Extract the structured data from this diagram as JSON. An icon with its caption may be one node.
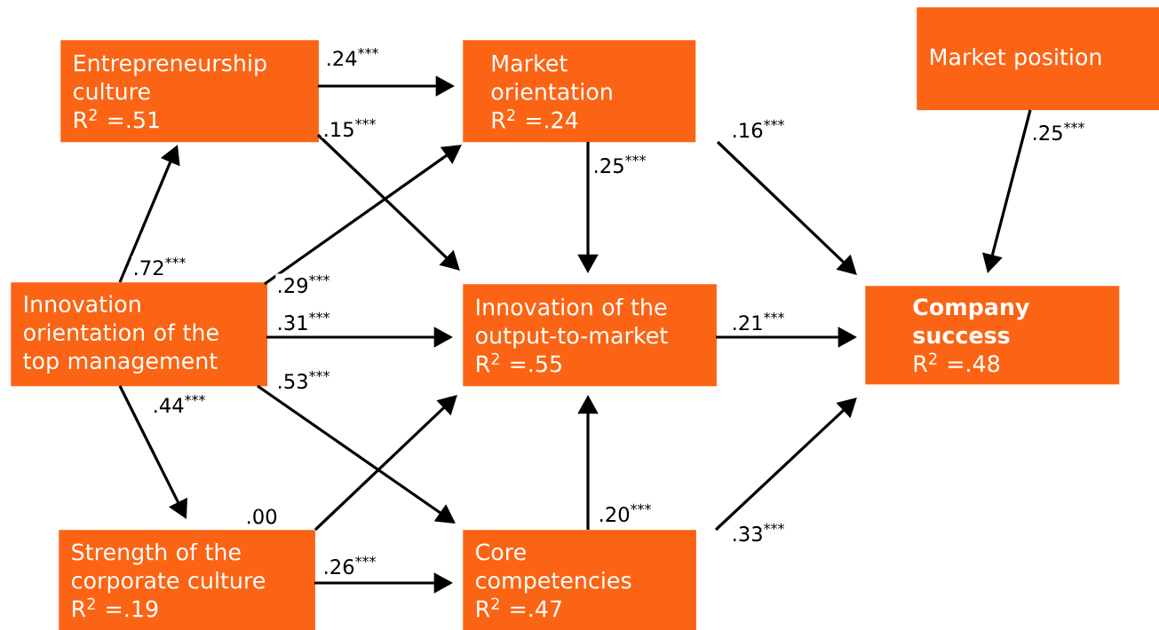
{
  "diagram": {
    "nodes": [
      {
        "text": [
          "Entrepreneurship culture",
          "R$^{2}$ =.51"
        ]
      },
      {
        "text": [
          "Market orientation",
          "R$^{2}$ =.24"
        ]
      },
      {
        "text": [
          "Market position"
        ]
      },
      {
        "text": [
          "Innovation orientation of the top management"
        ]
      },
      {
        "text": [
          "Innovation of the output-to-market",
          "R$^{2}$ =.55"
        ]
      },
      {
        "text": [
          "Company success",
          "R$^{2}$ =.48"
        ]
      },
      {
        "text": [
          "Strength of the corporate culture",
          "R$^{2}$ =.19"
        ]
      },
      {
        "text": [
          "Core competencies",
          "R$^{2}$ =.47"
        ]
      }
    ],
    "edges": [
      {
        "from": 0,
        "to": 1,
        "arrow": "to",
        "label": ".24$^{***}$"
      },
      {
        "from": 0,
        "to": 4,
        "arrow": "to",
        "label": ".15$^{***}$"
      },
      {
        "from": 3,
        "to": 0,
        "arrow": "to",
        "label": ".72$^{***}$"
      },
      {
        "from": 3,
        "to": 1,
        "arrow": "to",
        "label": ".29$^{***}$"
      },
      {
        "from": 3,
        "to": 4,
        "arrow": "to",
        "label": ".31$^{***}$"
      },
      {
        "from": 3,
        "to": 7,
        "arrow": "to",
        "label": ".53$^{***}$"
      },
      {
        "from": 3,
        "to": 6,
        "arrow": "to",
        "label": ".44$^{***}$"
      },
      {
        "from": 1,
        "to": 4,
        "arrow": "to",
        "label": ".25$^{***}$"
      },
      {
        "from": 1,
        "to": 5,
        "arrow": "to",
        "label": ".16$^{***}$"
      },
      {
        "from": 2,
        "to": 5,
        "arrow": "to",
        "label": ".25$^{***}$"
      },
      {
        "from": 4,
        "to": 5,
        "arrow": "to",
        "label": ".21$^{***}$"
      },
      {
        "from": 6,
        "to": 4,
        "arrow": "to",
        "label": ".00"
      },
      {
        "from": 6,
        "to": 7,
        "arrow": "to",
        "label": ".26$^{***}$"
      },
      {
        "from": 7,
        "to": 4,
        "arrow": "to",
        "label": ".20$^{***}$"
      },
      {
        "from": 7,
        "to": 5,
        "arrow": "to",
        "label": ".33$^{***}$"
      }
    ]
  }
}
